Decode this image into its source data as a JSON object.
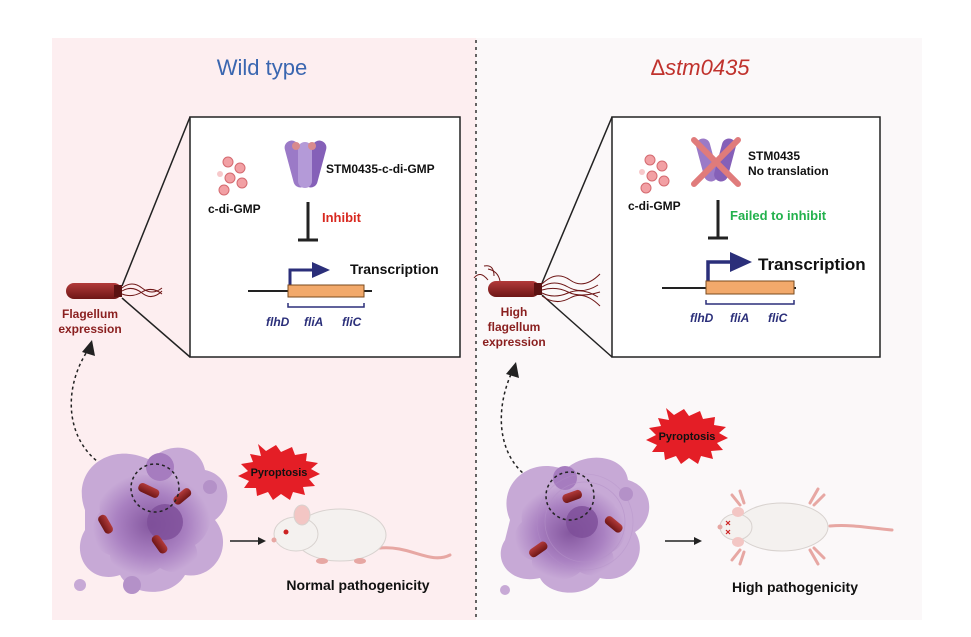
{
  "colors": {
    "left_bg": "#fdeef0",
    "right_bg": "#fbf8f9",
    "wt_title": "#3a66b0",
    "mut_title": "#c0322d",
    "inhibit": "#d8281f",
    "failed": "#22b14c",
    "bacteria": "#8a1f1f",
    "gene_box": "#f2a96b",
    "gene_label": "#2b2f7a",
    "arrow": "#2b2f7a",
    "cell": "#9b6fb0",
    "pyroptosis": "#e41e26"
  },
  "left": {
    "title": "Wild type",
    "cdigmp_label": "c-di-GMP",
    "complex_label": "STM0435-c-di-GMP",
    "inhibit_label": "Inhibit",
    "transcription_label": "Transcription",
    "genes": [
      "flhD",
      "fliA",
      "fliC"
    ],
    "bacterium_label_line1": "Flagellum",
    "bacterium_label_line2": "expression",
    "pyroptosis_label": "Pyroptosis",
    "outcome_label": "Normal pathogenicity"
  },
  "right": {
    "title_prefix": "Δ",
    "title_italic": "stm0435",
    "cdigmp_label": "c-di-GMP",
    "protein_label_line1": "STM0435",
    "protein_label_line2": "No translation",
    "failed_label": "Failed to inhibit",
    "transcription_label": "Transcription",
    "genes": [
      "flhD",
      "fliA",
      "fliC"
    ],
    "bacterium_label_line1": "High",
    "bacterium_label_line2": "flagellum",
    "bacterium_label_line3": "expression",
    "pyroptosis_label": "Pyroptosis",
    "outcome_label": "High pathogenicity"
  }
}
